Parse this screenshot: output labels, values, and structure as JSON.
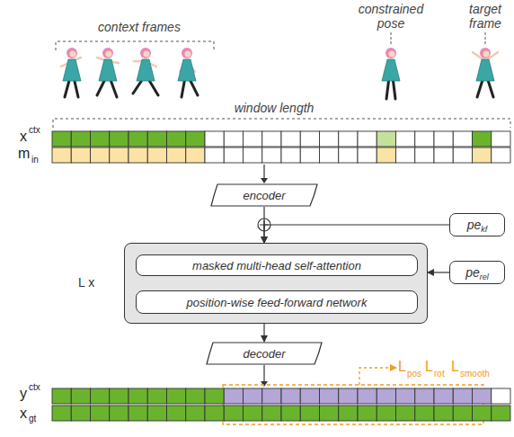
{
  "diagram": {
    "nodes": [
      {
        "text": [
          "encoder"
        ]
      },
      {
        "text": [
          "pe",
          "kf"
        ]
      },
      {
        "text": [
          "pe",
          "rel"
        ]
      },
      {
        "text": [
          "L x"
        ]
      },
      {
        "text": [
          "masked multi-head self-attention"
        ],
        "in": 3
      },
      {
        "text": [
          "position-wise feed-forward network"
        ],
        "in": 3
      },
      {
        "text": [
          "decoder"
        ]
      }
    ],
    "edges": [
      {
        "from": 0,
        "to": 3,
        "arrow": "to"
      },
      {
        "from": 1,
        "to": 3,
        "arrow": "to"
      },
      {
        "from": 2,
        "to": 3,
        "arrow": "to"
      },
      {
        "from": 3,
        "to": 6,
        "arrow": "to"
      }
    ],
    "labels": [
      "context frames",
      "constrained pose",
      "target frame",
      "window length",
      "x",
      "ctx",
      "m",
      "in",
      "L",
      "pos",
      "L",
      "rot",
      "L",
      "smooth",
      "y",
      "ctx",
      "x",
      "gt"
    ]
  }
}
